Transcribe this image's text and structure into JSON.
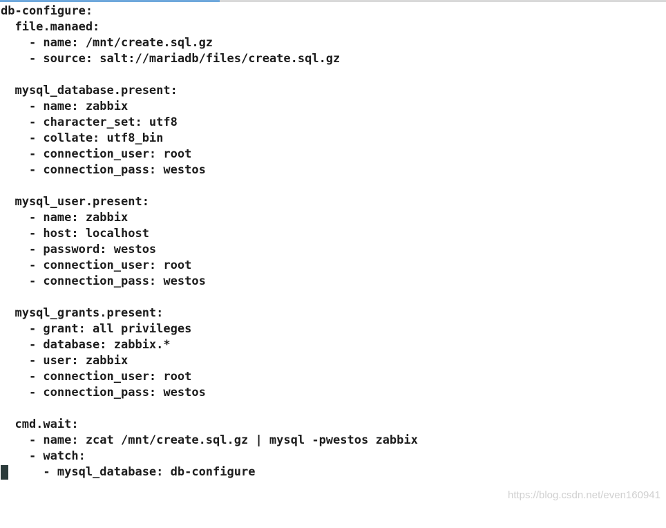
{
  "editor": {
    "lines": [
      "db-configure:",
      "  file.manaed:",
      "    - name: /mnt/create.sql.gz",
      "    - source: salt://mariadb/files/create.sql.gz",
      "",
      "  mysql_database.present:",
      "    - name: zabbix",
      "    - character_set: utf8",
      "    - collate: utf8_bin",
      "    - connection_user: root",
      "    - connection_pass: westos",
      "",
      "  mysql_user.present:",
      "    - name: zabbix",
      "    - host: localhost",
      "    - password: westos",
      "    - connection_user: root",
      "    - connection_pass: westos",
      "",
      "  mysql_grants.present:",
      "    - grant: all privileges",
      "    - database: zabbix.*",
      "    - user: zabbix",
      "    - connection_user: root",
      "    - connection_pass: westos",
      "",
      "  cmd.wait:",
      "    - name: zcat /mnt/create.sql.gz | mysql -pwestos zabbix",
      "    - watch:",
      "      - mysql_database: db-configure"
    ],
    "cursor_line": 30
  },
  "watermark": "https://blog.csdn.net/even160941"
}
